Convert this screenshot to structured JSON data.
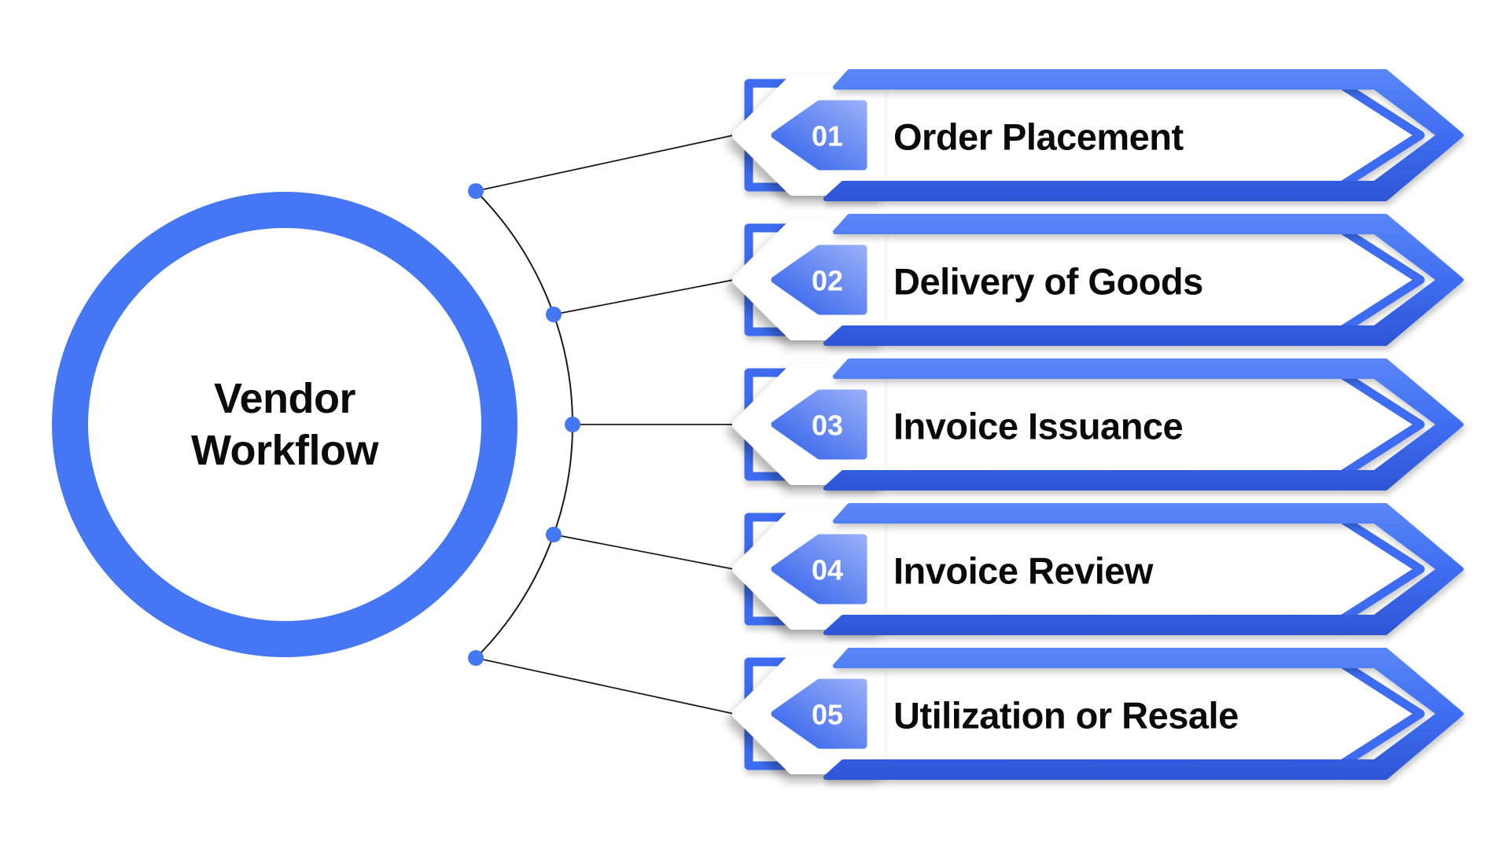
{
  "title": "Vendor Workflow",
  "hub": {
    "line1": "Vendor",
    "line2": "Workflow"
  },
  "steps": [
    {
      "number": "01",
      "label": "Order Placement"
    },
    {
      "number": "02",
      "label": "Delivery of Goods"
    },
    {
      "number": "03",
      "label": "Invoice Issuance"
    },
    {
      "number": "04",
      "label": "Invoice Review"
    },
    {
      "number": "05",
      "label": "Utilization or Resale"
    }
  ],
  "colors": {
    "accent_blue": "#4170f1",
    "arrow_gradient_top": "#5886f6",
    "arrow_gradient_bottom": "#2d56d5",
    "badge_gradient_start": "#3061ea",
    "badge_gradient_end": "#96adf8",
    "arrow_border_blue": "#3e6cf0",
    "ring_blue": "#4577f4",
    "dot_blue": "#4478f3",
    "connector_black": "#1a1a1a",
    "text_black": "#0b0b0b",
    "background": "#ffffff"
  }
}
